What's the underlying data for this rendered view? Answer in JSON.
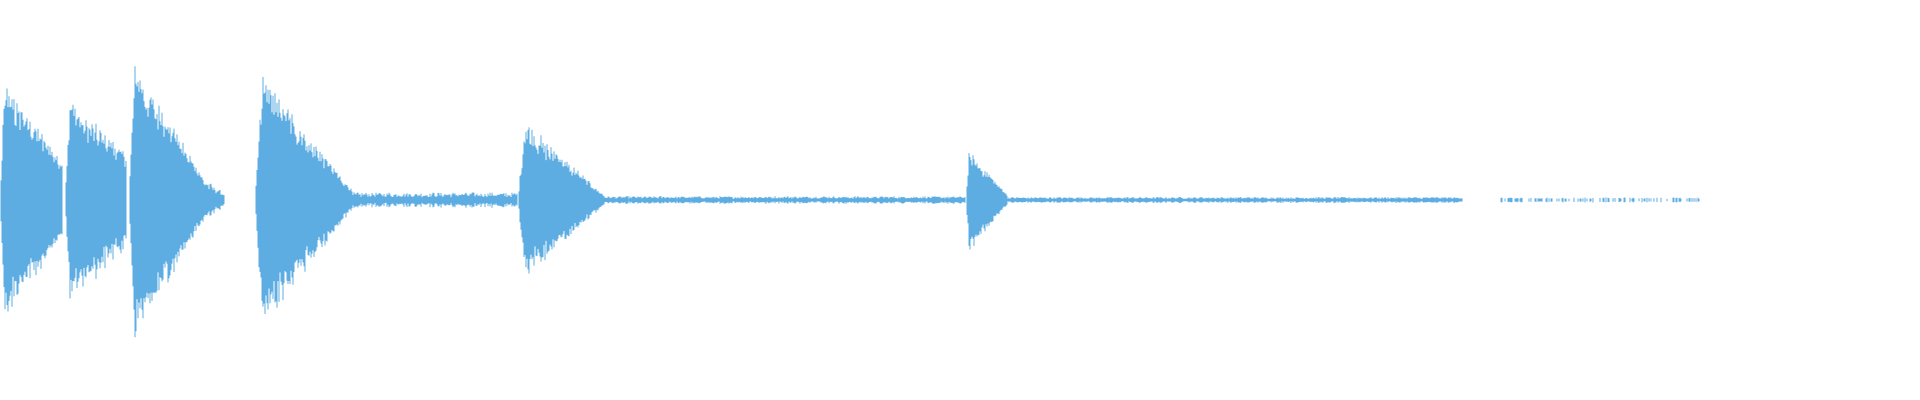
{
  "waveform": {
    "color": "#5dade2",
    "background": "#ffffff",
    "duration_fraction_end": 0.886,
    "segments": [
      {
        "kind": "burst",
        "start": 0.0,
        "end": 0.033,
        "peak": 0.6,
        "tail": 0.18
      },
      {
        "kind": "burst",
        "start": 0.034,
        "end": 0.066,
        "peak": 0.5,
        "tail": 0.22
      },
      {
        "kind": "burst",
        "start": 0.067,
        "end": 0.106,
        "peak": 0.72,
        "tail": 0.1
      },
      {
        "kind": "tail",
        "start": 0.106,
        "end": 0.117,
        "peak": 0.1,
        "tail": 0.03
      },
      {
        "kind": "burst",
        "start": 0.133,
        "end": 0.184,
        "peak": 0.64,
        "tail": 0.04
      },
      {
        "kind": "hum",
        "start": 0.184,
        "end": 0.27,
        "peak": 0.03,
        "tail": 0.03
      },
      {
        "kind": "burst",
        "start": 0.27,
        "end": 0.315,
        "peak": 0.4,
        "tail": 0.02
      },
      {
        "kind": "hum",
        "start": 0.315,
        "end": 0.503,
        "peak": 0.015,
        "tail": 0.015
      },
      {
        "kind": "burst",
        "start": 0.503,
        "end": 0.525,
        "peak": 0.26,
        "tail": 0.02
      },
      {
        "kind": "hum",
        "start": 0.525,
        "end": 0.762,
        "peak": 0.012,
        "tail": 0.01
      },
      {
        "kind": "dots",
        "start": 0.78,
        "end": 0.886,
        "peak": 0.01,
        "tail": 0.01
      }
    ]
  }
}
